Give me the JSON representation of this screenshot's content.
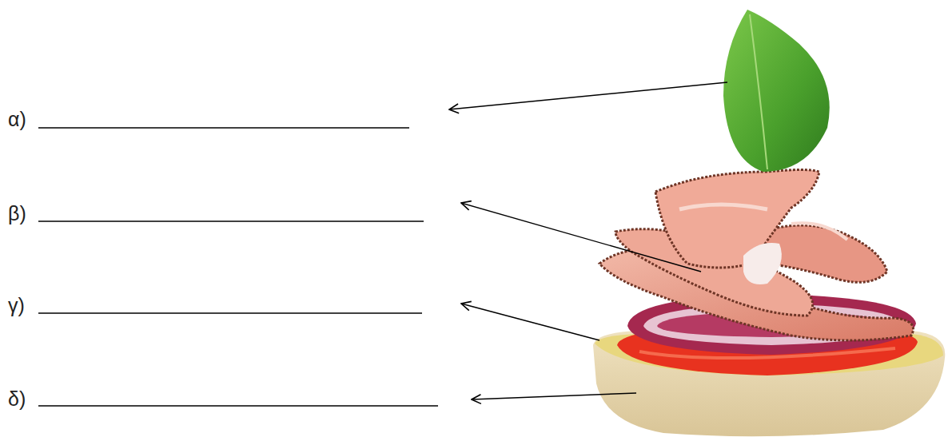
{
  "diagram": {
    "labels": [
      "α)",
      "β)",
      "γ)",
      "δ)"
    ]
  }
}
